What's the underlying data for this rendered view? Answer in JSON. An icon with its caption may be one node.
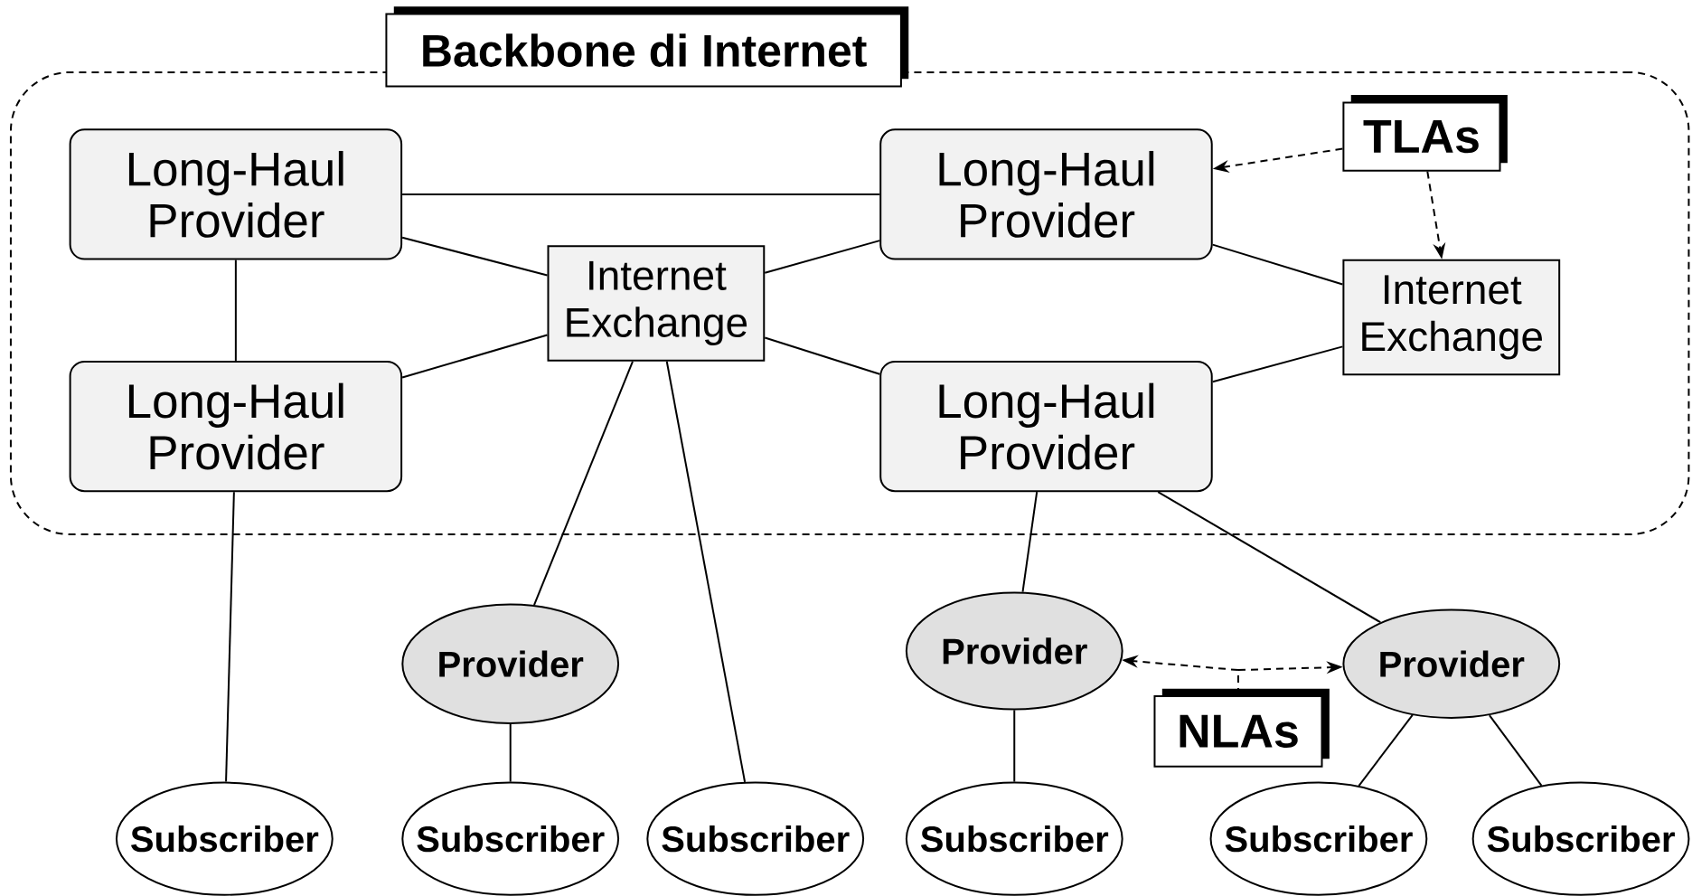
{
  "diagram": {
    "nodes": [
      {
        "text": [
          "Backbone di Internet"
        ]
      },
      {
        "text": [
          "Long-Haul Provider"
        ],
        "in": 0
      },
      {
        "text": [
          "Long-Haul Provider"
        ],
        "in": 0
      },
      {
        "text": [
          "Internet Exchange"
        ],
        "in": 0
      },
      {
        "text": [
          "Long-Haul Provider"
        ],
        "in": 0
      },
      {
        "text": [
          "Long-Haul Provider"
        ],
        "in": 0
      },
      {
        "text": [
          "Internet Exchange"
        ],
        "in": 0
      },
      {
        "text": [
          "TLAs"
        ],
        "in": 0
      },
      {
        "text": [
          "Provider"
        ]
      },
      {
        "text": [
          "Provider"
        ]
      },
      {
        "text": [
          "Provider"
        ]
      },
      {
        "text": [
          "NLAs"
        ]
      },
      {
        "text": [
          "Subscriber"
        ]
      },
      {
        "text": [
          "Subscriber"
        ]
      },
      {
        "text": [
          "Subscriber"
        ]
      },
      {
        "text": [
          "Subscriber"
        ]
      },
      {
        "text": [
          "Subscriber"
        ]
      },
      {
        "text": [
          "Subscriber"
        ]
      }
    ],
    "edges": [
      {
        "from": 1,
        "to": 4,
        "arrow": "none"
      },
      {
        "from": 1,
        "to": 2,
        "arrow": "none"
      },
      {
        "from": 1,
        "to": 3,
        "arrow": "none"
      },
      {
        "from": 2,
        "to": 3,
        "arrow": "none"
      },
      {
        "from": 3,
        "to": 4,
        "arrow": "none"
      },
      {
        "from": 3,
        "to": 5,
        "arrow": "none"
      },
      {
        "from": 4,
        "to": 6,
        "arrow": "none"
      },
      {
        "from": 5,
        "to": 6,
        "arrow": "none"
      },
      {
        "from": 7,
        "to": 4,
        "arrow": "to",
        "style": "dashed"
      },
      {
        "from": 7,
        "to": 6,
        "arrow": "to",
        "style": "dashed"
      },
      {
        "from": 2,
        "to": 12,
        "arrow": "none"
      },
      {
        "from": 3,
        "to": 8,
        "arrow": "none"
      },
      {
        "from": 3,
        "to": 14,
        "arrow": "none"
      },
      {
        "from": 8,
        "to": 13,
        "arrow": "none"
      },
      {
        "from": 5,
        "to": 9,
        "arrow": "none"
      },
      {
        "from": 5,
        "to": 10,
        "arrow": "none"
      },
      {
        "from": 11,
        "to": 9,
        "arrow": "to",
        "style": "dashed"
      },
      {
        "from": 11,
        "to": 10,
        "arrow": "to",
        "style": "dashed"
      },
      {
        "from": 9,
        "to": 15,
        "arrow": "none"
      },
      {
        "from": 10,
        "to": 16,
        "arrow": "none"
      },
      {
        "from": 10,
        "to": 17,
        "arrow": "none"
      }
    ]
  }
}
